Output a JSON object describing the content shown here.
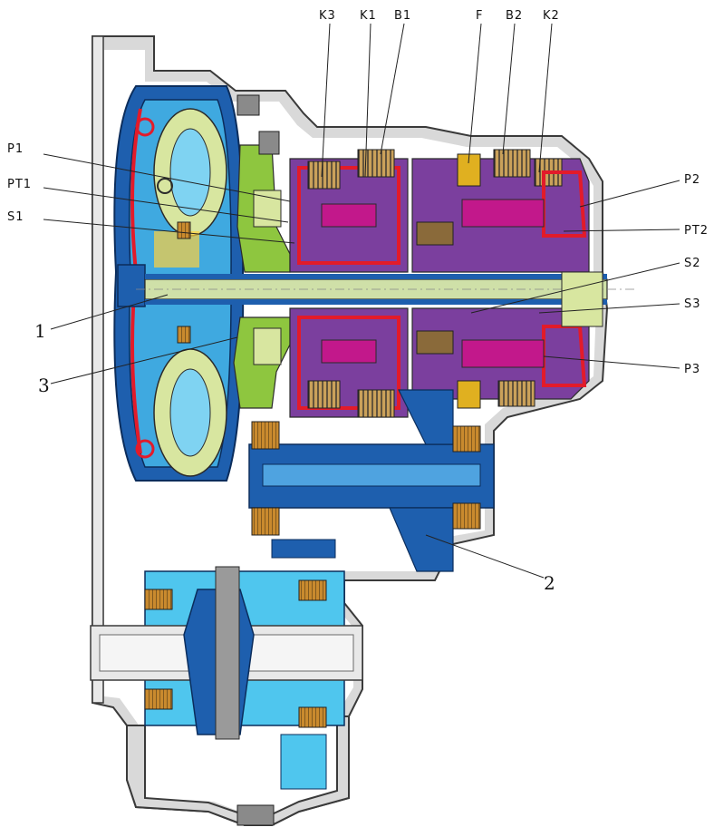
{
  "labels": {
    "top": [
      "K3",
      "K1",
      "B1",
      "F",
      "B2",
      "K2"
    ],
    "left": [
      "P1",
      "PT1",
      "S1"
    ],
    "right": [
      "P2",
      "PT2",
      "S2",
      "S3",
      "P3"
    ],
    "numbers": [
      "1",
      "3",
      "2"
    ]
  },
  "colors": {
    "casing": "#d9d9d9",
    "converter_blue": "#1e5fae",
    "light_blue": "#4fc6ee",
    "red": "#e21b2a",
    "purple": "#7b3f9e",
    "magenta": "#c2188b",
    "green": "#8ec63f",
    "bronze": "#b07a2a",
    "yellow_green": "#d8e6a0"
  }
}
